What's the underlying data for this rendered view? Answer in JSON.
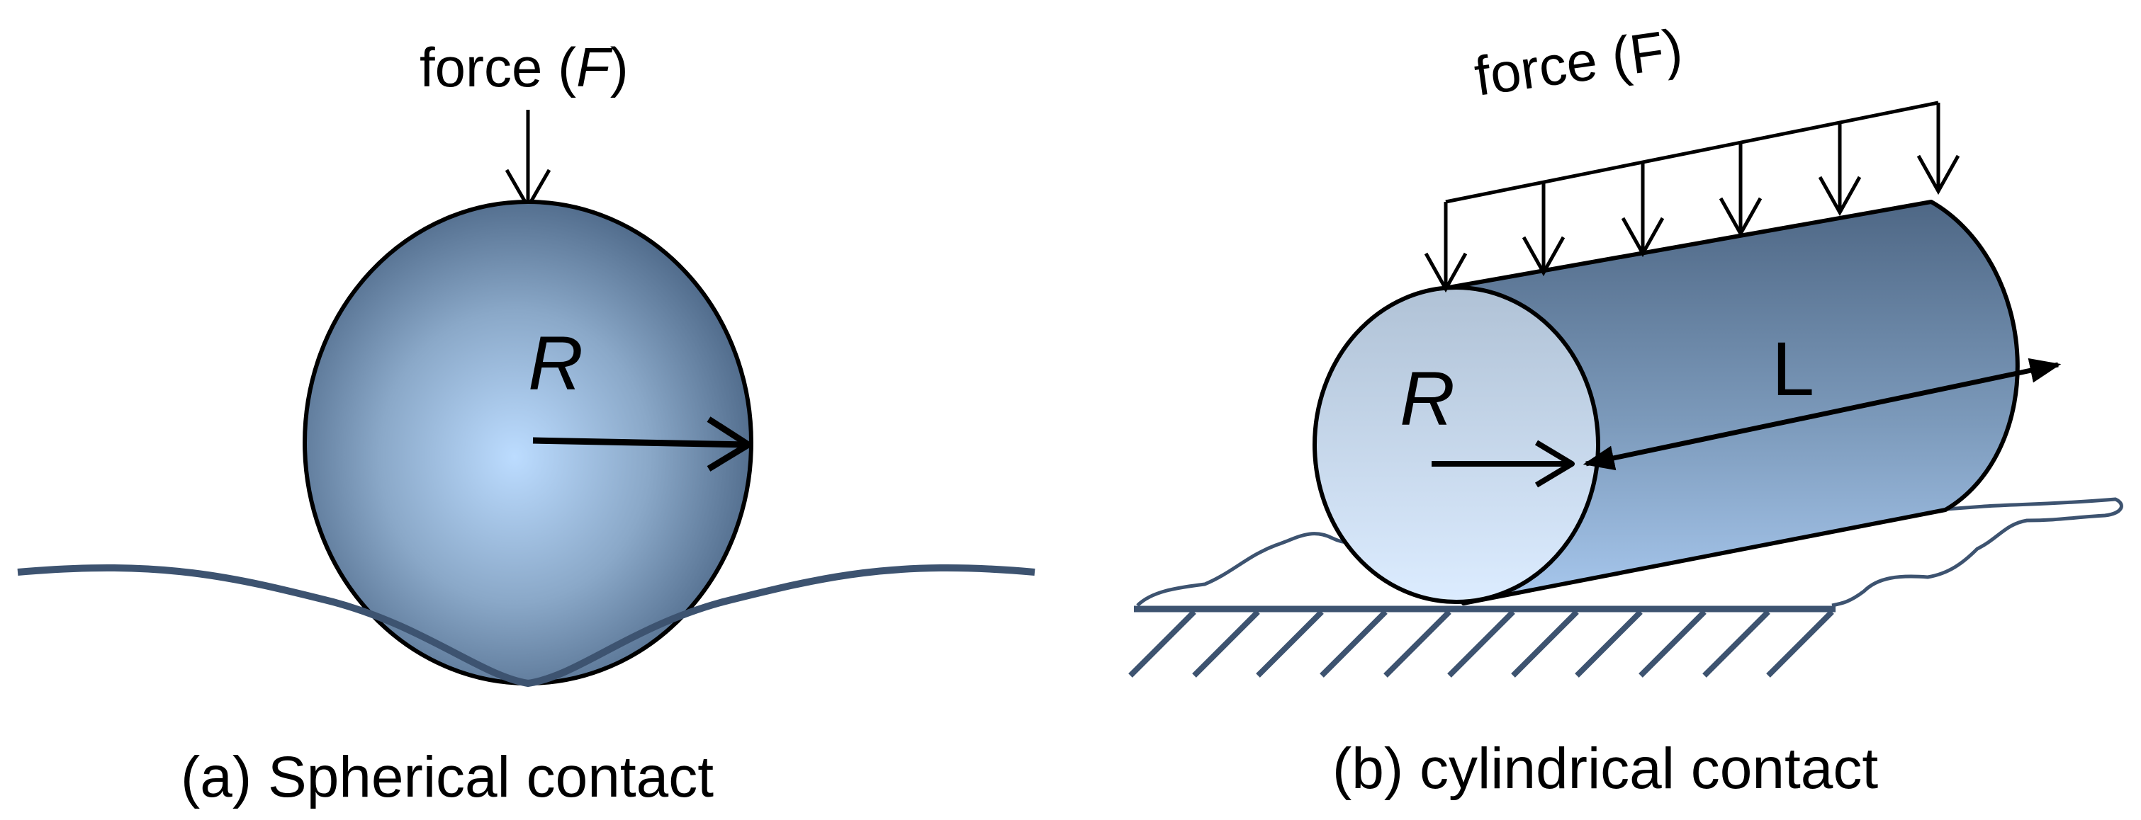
{
  "panel_a": {
    "force_label": "force (",
    "force_symbol": "F",
    "force_close": ")",
    "radius_label": "R",
    "caption": "(a) Spherical contact"
  },
  "panel_b": {
    "force_label": "force (",
    "force_symbol": "F",
    "force_close": ")",
    "radius_label": "R",
    "length_label": "L",
    "caption": "(b) cylindrical contact"
  },
  "colors": {
    "stroke": "#000000",
    "surface": "#3d5370",
    "sphere_center": "#bcdcff",
    "sphere_edge": "#4f6a8a",
    "cylinder_top": "#4e6785",
    "cylinder_bottom": "#a8c8ee",
    "end_face_top": "#b0c2d6",
    "end_face_bottom": "#dcecff"
  }
}
